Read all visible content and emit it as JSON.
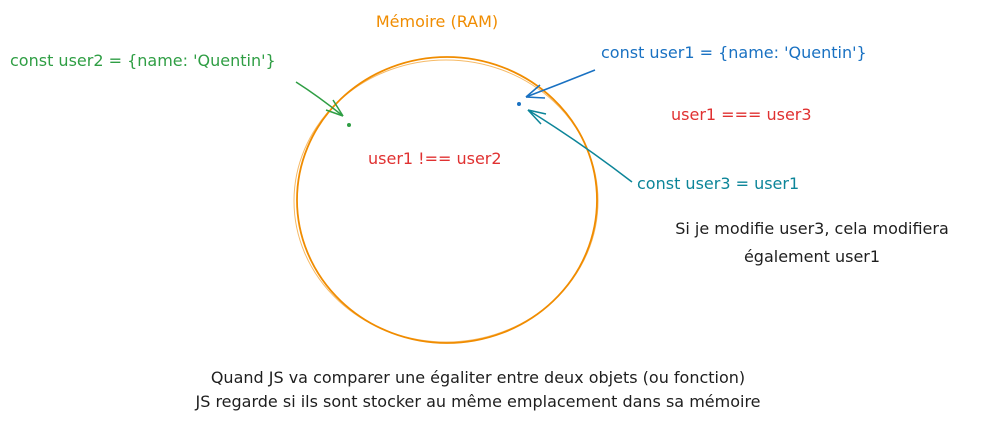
{
  "memory": {
    "title": "Mémoire (RAM)"
  },
  "user2": {
    "declaration": "const user2 = {name: 'Quentin'}",
    "comparison": "user1 !== user2"
  },
  "user1": {
    "declaration": "const user1 = {name: 'Quentin'}",
    "comparison": "user1 === user3"
  },
  "user3": {
    "declaration": "const user3 = user1"
  },
  "note": {
    "line1": "Si je modifie user3, cela modifiera",
    "line2": "également user1"
  },
  "footer": {
    "line1": "Quand JS va comparer une égaliter entre deux objets (ou fonction)",
    "line2": "JS regarde si ils sont stocker au même emplacement dans sa mémoire"
  },
  "colors": {
    "memory": "#f08c00",
    "user2": "#2f9e44",
    "user1": "#1971c2",
    "comparison": "#e03131",
    "user3": "#0c8599",
    "text": "#1e1e1e"
  }
}
